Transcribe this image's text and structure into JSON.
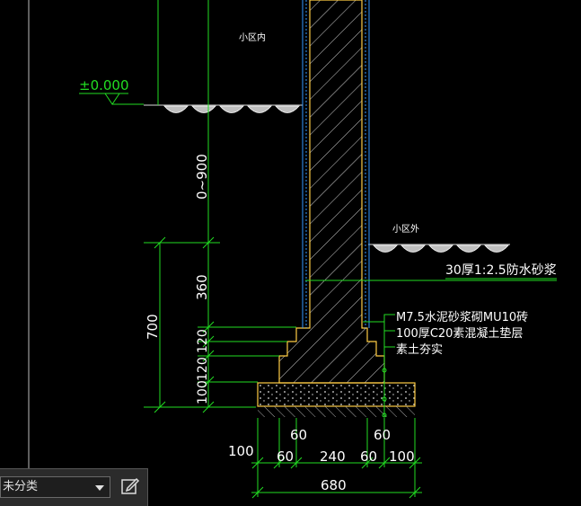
{
  "labels": {
    "inside": "小区内",
    "outside": "小区外",
    "level": "±0.000",
    "waterproof": "30厚1:2.5防水砂浆",
    "brick": "M7.5水泥砂浆砌MU10砖",
    "cushion": "100厚C20素混凝土垫层",
    "soil": "素土夯实"
  },
  "vertical_dims": {
    "overall": "700",
    "d1": "0~900",
    "d2": "360",
    "d3": "120",
    "d4": "120",
    "d5": "100"
  },
  "horizontal_dims": {
    "left_offset": "100",
    "upper_left": "60",
    "upper_right": "60",
    "seg1": "60",
    "seg2": "240",
    "seg3": "60",
    "seg4": "100",
    "total": "680"
  },
  "toolbar": {
    "category_value": "未分类",
    "edit_icon": "edit-icon"
  },
  "colors": {
    "dimension": "#22dd22",
    "wall_outline": "#ffcc44",
    "hatch": "#ffffff",
    "waterproof_layer": "#3399ff",
    "background": "#000000"
  }
}
